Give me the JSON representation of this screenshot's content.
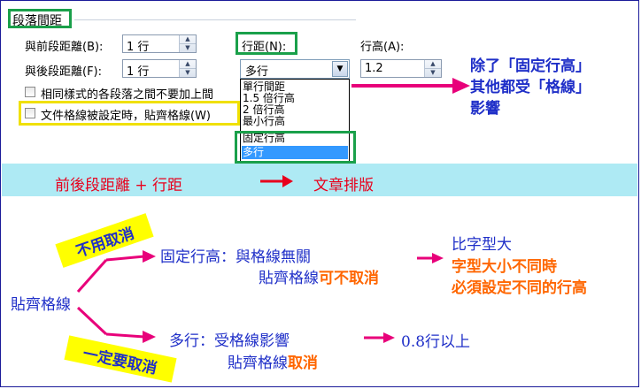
{
  "dialog": {
    "section_title": "段落間距",
    "before_label": "與前段距離(B):",
    "before_value": "1 行",
    "after_label": "與後段距離(F):",
    "after_value": "1 行",
    "same_style_label": "相同樣式的各段落之間不要加上間",
    "snap_grid_label": "文件格線被設定時，貼齊格線(W)",
    "line_spacing_label": "行距(N):",
    "line_spacing_value": "多行",
    "at_label": "行高(A):",
    "at_value": "1.2",
    "options": [
      "單行間距",
      "1.5 倍行高",
      "2 倍行高",
      "最小行高",
      "固定行高",
      "多行"
    ],
    "selected_option": "多行"
  },
  "annotations": {
    "except_line1": "除了「固定行高」",
    "except_line2": "其他都受「格線」",
    "except_line3": "影響",
    "banner_part1": "前後段距離 +  行距",
    "banner_part2": "文章排版",
    "snap_grid": "貼齊格線",
    "no_cancel_tag": "不用取消",
    "must_cancel_tag": "一定要取消",
    "fixed_line1": "固定行高：與格線無關",
    "fixed_line2_a": "貼齊格線",
    "fixed_line2_b": "可不取消",
    "bigger_font": "比字型大",
    "diff_size_line": "字型大小不同時",
    "must_set_line": "必須設定不同的行高",
    "multi_line1": "多行：受格線影響",
    "multi_line2_a": "貼齊格線",
    "multi_line2_b": "取消",
    "result_multi": "0.8行以上"
  },
  "colors": {
    "blue_text": "#1f2fc8",
    "orange_text": "#ff6600",
    "red_text": "#e8001c",
    "magenta_arrow": "#e8007a",
    "banner_bg": "#aeeaf4",
    "tag_bg": "#ffff00",
    "green_box": "#1aa04a",
    "yellow_box": "#f0e000",
    "selection": "#3399ff"
  },
  "icons": [
    "spin-up-icon",
    "spin-down-icon",
    "dropdown-arrow-icon",
    "checkbox-icon",
    "arrow-icon"
  ]
}
